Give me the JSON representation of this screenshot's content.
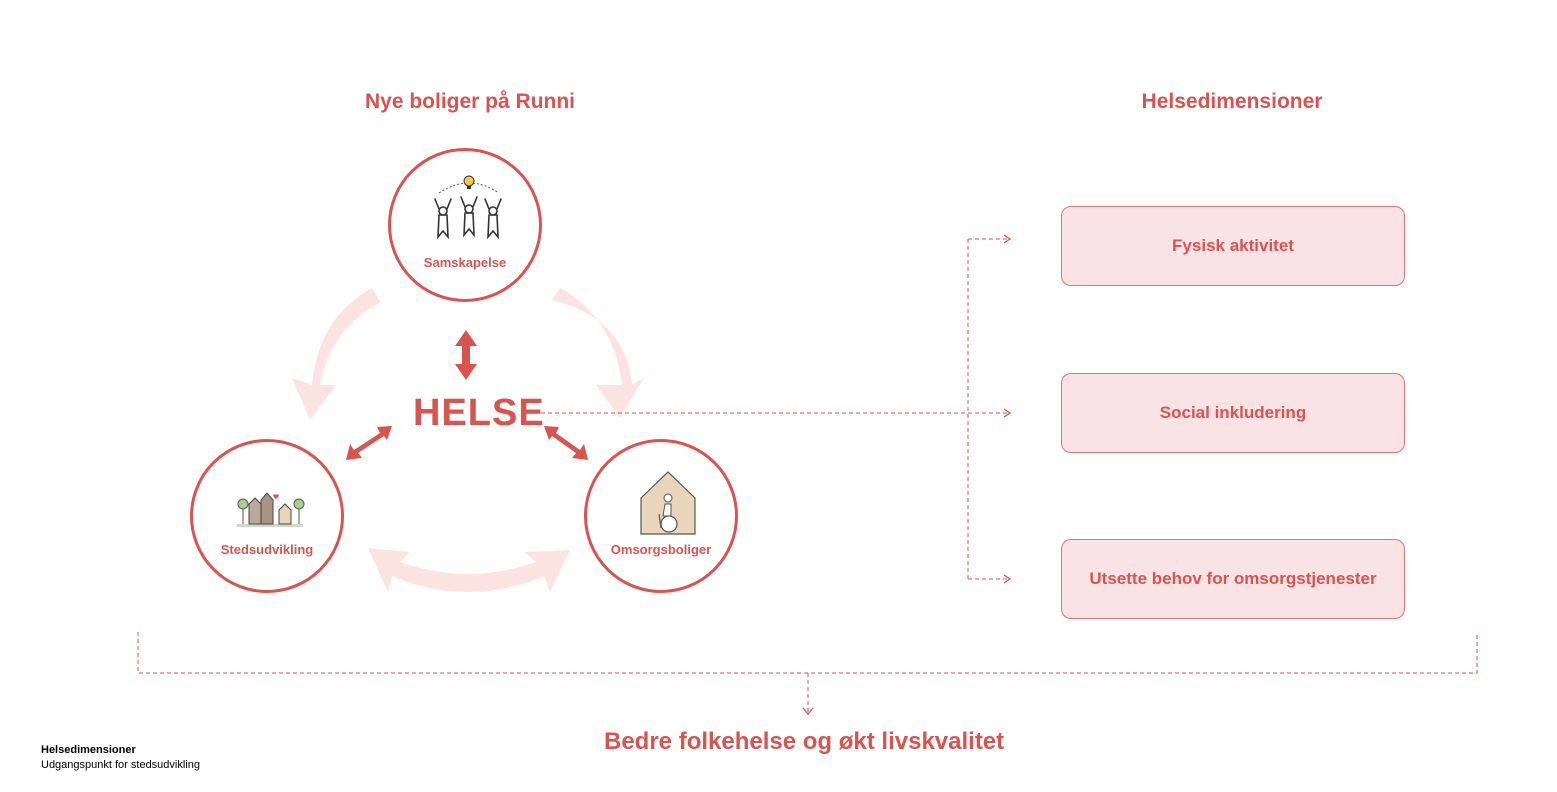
{
  "headings": {
    "left": "Nye boliger på Runni",
    "right": "Helsedimensioner"
  },
  "center": {
    "word": "HELSE"
  },
  "circles": {
    "top": {
      "label": "Samskapelse",
      "icon": "people-cheering-icon"
    },
    "left": {
      "label": "Stedsudvikling",
      "icon": "houses-trees-icon"
    },
    "right": {
      "label": "Omsorgsboliger",
      "icon": "house-wheelchair-icon"
    }
  },
  "dimensions": [
    {
      "label": "Fysisk aktivitet"
    },
    {
      "label": "Social inkludering"
    },
    {
      "label": "Utsette behov for omsorgstjenester"
    }
  ],
  "outcome": "Bedre folkehelse og økt livskvalitet",
  "caption": {
    "title": "Helsedimensioner",
    "subtitle": "Udgangspunkt for stedsudvikling"
  },
  "colors": {
    "accent": "#d9534f",
    "box_fill": "#fae3e4",
    "cycle_arrow": "#fbe3e2"
  }
}
